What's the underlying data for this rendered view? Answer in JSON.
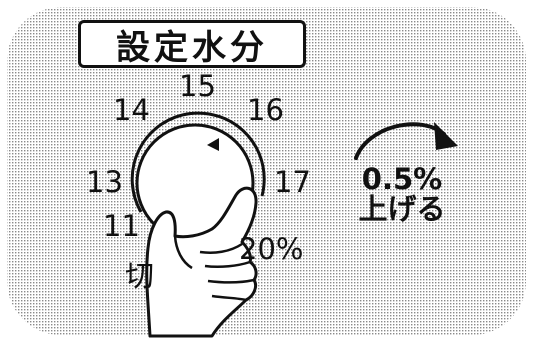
{
  "title": "設定水分",
  "dial": {
    "labels": {
      "p15": "15",
      "p14": "14",
      "p16": "16",
      "p13": "13",
      "p17": "17",
      "p11": "11",
      "p20": "20%",
      "off": "切"
    }
  },
  "instruction": {
    "line1": "0.5%",
    "line2": "上げる"
  },
  "icons": {
    "hand": "hand-turning-icon",
    "arrow": "clockwise-arrow-icon",
    "pointer": "dial-pointer-icon"
  }
}
